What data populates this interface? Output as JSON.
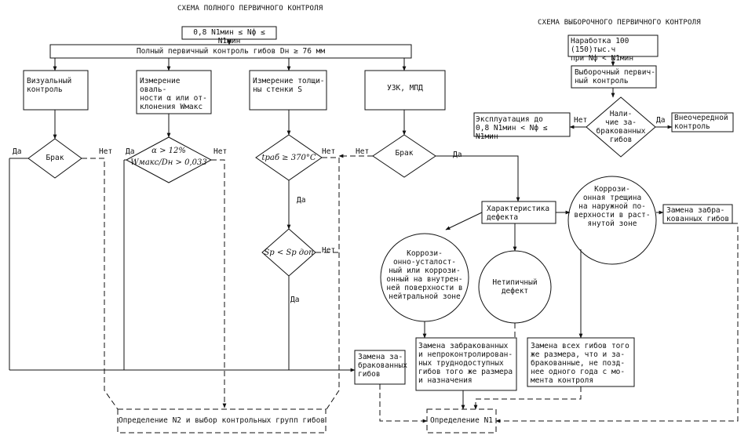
{
  "headers": {
    "full_scheme": "СХЕМА ПОЛНОГО ПЕРВИЧНОГО КОНТРОЛЯ",
    "selective_scheme": "СХЕМА ВЫБОРОЧНОГО ПЕРВИЧНОГО КОНТРОЛЯ"
  },
  "full": {
    "condition": "0,8 N1мин ≤ Nф ≤ N1мин",
    "full_control": "Полный первичный контроль гибов Dн ≥ 76 мм",
    "visual": "Визуальный\nконтроль",
    "ovality": "Измерение оваль-\nности α или от-\nклонения Wмакс",
    "thickness": "Измерение толщи-\nны стенки S",
    "ultrasonic": "УЗК, МПД",
    "brak1": "Брак",
    "cond_ovality_1": "α > 12%",
    "cond_ovality_2": "Wмакс/Dн > 0,033",
    "cond_temp": "tраб ≥ 370°C",
    "brak2": "Брак",
    "cond_s": "Sр < Sр доп",
    "yes": "Да",
    "no": "Нет",
    "replace_rejected": "Замена за-\nбракованных\nгибов",
    "determine_n2": "Определение N2 и выбор контрольных групп гибов"
  },
  "defect": {
    "characteristic": "Характеристика\nдефекта",
    "corrosion_fatigue": "Коррози-\nонно-усталост-\nный или коррози-\nонный на внутрен-\nней поверхности в\nнейтральной зоне",
    "atypical": "Нетипичный\nдефект",
    "corrosion_crack": "Коррози-\nонная трещина\nна наружной по-\nверхности в раст-\nянутой зоне",
    "replace_rejected_gibs": "Замена забра-\nкованных гибов",
    "replace_uncontrolled": "Замена забракованных\nи непроконтролирован-\nных труднодоступных\nгибов того же размера\nи назначения",
    "replace_all": "Замена всех гибов того\nже размера, что и за-\nбракованные, не позд-\nнее одного года с мо-\nмента контроля",
    "determine_n1": "Определение N1"
  },
  "selective": {
    "operation": "Наработка 100 (150)тыс.ч\nпри Nф < N1мин",
    "selective_control": "Выборочный первич-\nный контроль",
    "question": "Нали-\nчие за-\nбракованных\nгибов",
    "exploitation": "Эксплуатация до\n0,8 N1мин < Nф ≤ N1мин",
    "extra_control": "Внеочередной\nконтроль"
  }
}
